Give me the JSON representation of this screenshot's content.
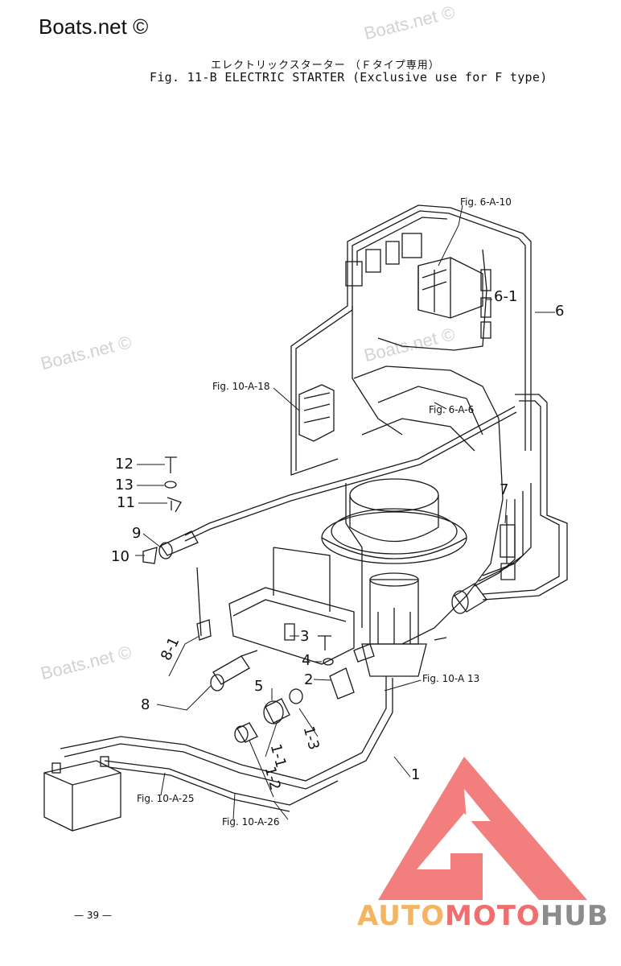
{
  "watermarks": {
    "corner": "Boats.net ©",
    "repeat": "Boats.net ©"
  },
  "title": {
    "japanese": "エレクトリックスターター （Ｆタイプ専用）",
    "figure": "Fig. 11-B",
    "name": "ELECTRIC STARTER (Exclusive use for F type)"
  },
  "references": {
    "fig_6_a_10": "Fig. 6-A-10",
    "fig_10_a_18": "Fig. 10-A-18",
    "fig_6_a_6": "Fig. 6-A-6",
    "fig_10_a_13": "Fig. 10-A 13",
    "fig_10_a_25": "Fig. 10-A-25",
    "fig_10_a_26": "Fig. 10-A-26"
  },
  "parts": {
    "p1": "1",
    "p1_1": "1-1",
    "p1_2": "1-2",
    "p1_3": "1-3",
    "p2": "2",
    "p3": "3",
    "p4": "4",
    "p5": "5",
    "p6": "6",
    "p6_1": "6-1",
    "p7": "7",
    "p8": "8",
    "p8_1": "8-1",
    "p9": "9",
    "p10": "10",
    "p11": "11",
    "p12": "12",
    "p13": "13"
  },
  "page_number": "— 39 —",
  "brand": {
    "part1": "AUTO",
    "part2": "MOTO",
    "part3": "HUB",
    "logo_color": "#ef5a5a",
    "accent_color": "#f4b461",
    "gray_color": "#8c8c8c"
  }
}
